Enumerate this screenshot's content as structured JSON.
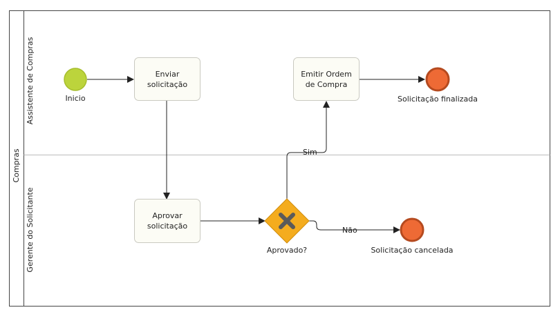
{
  "pool": {
    "label": "Compras",
    "lanes": [
      {
        "id": "lane-assistente",
        "label": "Assistente de Compras"
      },
      {
        "id": "lane-gerente",
        "label": "Gerente do Solicitante"
      }
    ]
  },
  "events": {
    "start": {
      "label": "Inicio",
      "color": "#bcd43c",
      "stroke": "#a6bd2c"
    },
    "end_finished": {
      "label": "Solicitação finalizada",
      "color": "#ee6a35",
      "stroke": "#b54a1f"
    },
    "end_cancelled": {
      "label": "Solicitação cancelada",
      "color": "#ee6a35",
      "stroke": "#b54a1f"
    }
  },
  "tasks": {
    "enviar": {
      "line1": "Enviar",
      "line2": "solicitação"
    },
    "emitir": {
      "line1": "Emitir Ordem",
      "line2": "de Compra"
    },
    "aprovar": {
      "line1": "Aprovar",
      "line2": "solicitação"
    }
  },
  "gateway": {
    "label": "Aprovado?",
    "color": "#f4ac1e",
    "icon": "x-icon"
  },
  "flows": {
    "yes_label": "Sim",
    "no_label": "Não"
  }
}
